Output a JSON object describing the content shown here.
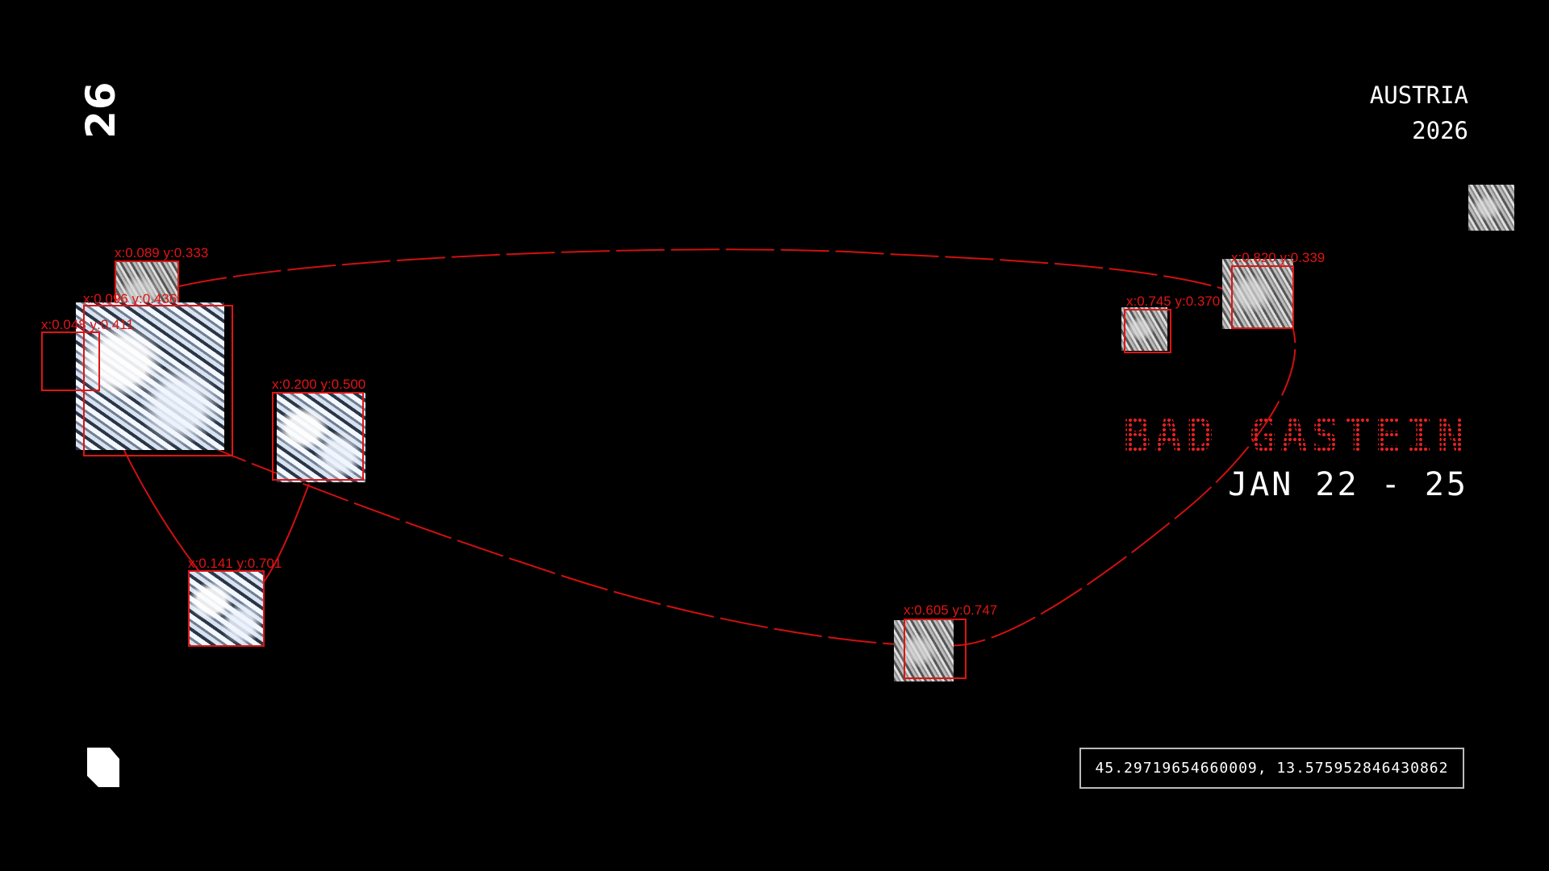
{
  "header": {
    "edition": "26",
    "country": "AUSTRIA",
    "year": "2026"
  },
  "event": {
    "city": "BAD GASTEIN",
    "dates": "JAN 22 - 25"
  },
  "coordinates": "45.29719654660009, 13.575952846430862",
  "accent_color": "#e01414",
  "markers": [
    {
      "label": "x:0.089 y:0.333",
      "style": "gray"
    },
    {
      "label": "x:0.096 y:0.436",
      "style": "snow"
    },
    {
      "label": "x:0.048 y:0.411",
      "style": "none"
    },
    {
      "label": "x:0.200 y:0.500",
      "style": "snow"
    },
    {
      "label": "x:0.141 y:0.701",
      "style": "snow"
    },
    {
      "label": "x:0.605 y:0.747",
      "style": "gray"
    },
    {
      "label": "x:0.745 y:0.370",
      "style": "gray"
    },
    {
      "label": "x:0.820 y:0.339",
      "style": "gray"
    }
  ]
}
